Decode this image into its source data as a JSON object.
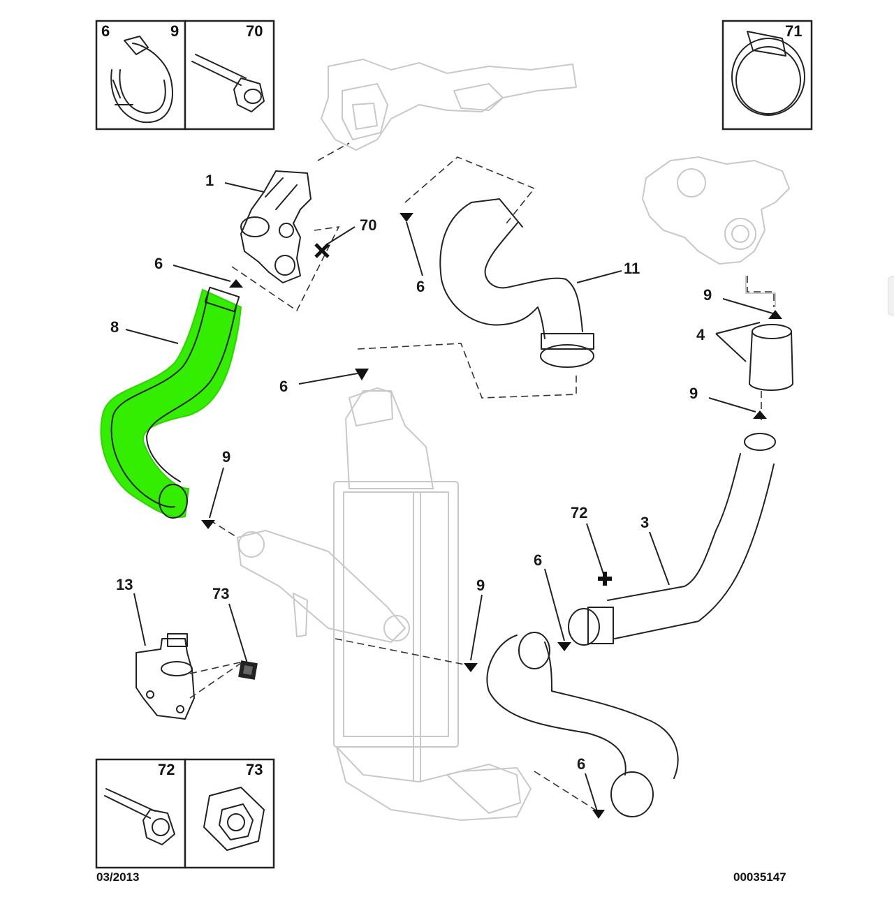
{
  "boxes": {
    "top_left": {
      "left": "6",
      "right": "9"
    },
    "top_mid": {
      "num": "70"
    },
    "top_right": {
      "num": "71"
    },
    "bottom_left": {
      "num": "72"
    },
    "bottom_mid": {
      "num": "73"
    }
  },
  "callouts": {
    "c1": "1",
    "c70": "70",
    "c6_a": "6",
    "c6_b": "6",
    "c11": "11",
    "c8": "8",
    "c9_a": "9",
    "c4": "4",
    "c9_b": "9",
    "c6_c": "6",
    "c9_c": "9",
    "c72": "72",
    "c3": "3",
    "c13": "13",
    "c73": "73",
    "c6_d": "6",
    "c9_d": "9",
    "c6_e": "6"
  },
  "footer": {
    "date": "03/2013",
    "ref": "00035147"
  },
  "colors": {
    "highlight": "#33ee00",
    "line": "#222222",
    "ghost": "#c8c8c8"
  },
  "icons": {
    "plus": "plus-icon",
    "cross": "cross-icon",
    "square": "square-nut-icon"
  }
}
